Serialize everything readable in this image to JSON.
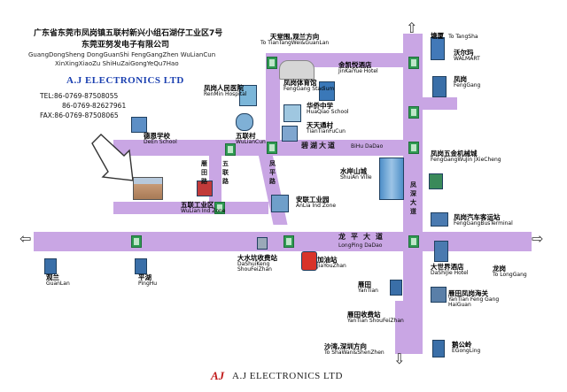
{
  "header": {
    "address_cn": "广东省东莞市凤岗镇五联村新兴小组石湖仔工业区7号",
    "company_cn": "东莞亚努发电子有限公司",
    "address_py_1": "GuangDongSheng DongGuanShi FengGangZhen WuLianCun",
    "address_py_2": "XinXingXiaoZu ShiHuZaiGongYeQu7Hao",
    "company_en": "A.J ELECTRONICS LTD",
    "tel": "TEL:86-0769-87508055",
    "tel2": "86-0769-82627961",
    "fax": "FAX:86-0769-87508065"
  },
  "footer": {
    "logo_mark": "AJ",
    "company_en": "A.J ELECTRONICS LTD"
  },
  "roads": {
    "bihu": {
      "cn": "碧湖大道",
      "py": "BiHu DaDao"
    },
    "longping": {
      "cn": "龙平大道",
      "py": "LongPing DaDao"
    },
    "fengshen": {
      "cn": "凤深大道"
    },
    "fengping": {
      "cn": "凤平路"
    },
    "yanlin": {
      "cn": "雁田路"
    },
    "wulian_rd": {
      "cn": "五联路"
    }
  },
  "places": {
    "to_tangsha": {
      "cn": "塘厦",
      "py": "To TangSha"
    },
    "tianbian": {
      "cn": "天堂围,观兰方向",
      "py": "To TianTangWei&GuanLan"
    },
    "walmart": {
      "cn": "沃尔玛",
      "py": "WALMART"
    },
    "jinkaiyue": {
      "cn": "金凯悦酒店",
      "py": "JinKaiYue Hotel"
    },
    "fenggang": {
      "cn": "凤岗",
      "py": "FengGang"
    },
    "renmin": {
      "cn": "凤岗人民医院",
      "py": "RenMin Hospital"
    },
    "stadium": {
      "cn": "凤岗体育馆",
      "py": "FengGang Stadium"
    },
    "huaqiao": {
      "cn": "华侨中学",
      "py": "HuaQiao School"
    },
    "tiantianfu": {
      "cn": "天天通村",
      "py": "TianTianFuCun"
    },
    "deen": {
      "cn": "德恩学校",
      "py": "DeEn School"
    },
    "wuliancun": {
      "cn": "五联村",
      "py": "WuLianCun"
    },
    "wujin": {
      "cn": "凤岗五金机械城",
      "py": "FengGangWuJin JXieCheng"
    },
    "shuian": {
      "cn": "水岸山城",
      "py": "ShuiAn Ville"
    },
    "wulian_ind": {
      "cn": "五联工业区",
      "py": "WuLian Ind Zone"
    },
    "anlin": {
      "cn": "安联工业园",
      "py": "AnLia Ind Zone"
    },
    "bus_terminal": {
      "cn": "凤岗汽车客运站",
      "py": "FengGangBusTerminal"
    },
    "dashui": {
      "cn": "大水坑收费站",
      "py": "DaShuiKeng ShouFeiZhan"
    },
    "gas": {
      "cn": "加油站",
      "py": "JiaYouZhan"
    },
    "dashijie": {
      "cn": "大世界酒店",
      "py": "DaShiJie Hotel"
    },
    "longgang": {
      "cn": "龙岗",
      "py": "To LongGang"
    },
    "guanlan": {
      "cn": "观兰",
      "py": "GuanLan"
    },
    "pinghu": {
      "cn": "平湖",
      "py": "PingHu"
    },
    "yantian": {
      "cn": "雁田",
      "py": "YanTian"
    },
    "haiguan": {
      "cn": "雁田凤岗海关",
      "py": "YanTian Feng Gang HaiGuan"
    },
    "yantian_toll": {
      "cn": "雁田收费站",
      "py": "YanTian ShouFeiZhan"
    },
    "shawan": {
      "cn": "沙湾,深圳方向",
      "py": "To ShaWan&ShenZhen"
    },
    "egongling": {
      "cn": "鹅公岭",
      "py": "EGongLing"
    }
  },
  "colors": {
    "road": "#c9a6e4",
    "company": "#1a3fb0",
    "logo": "#c01818"
  }
}
